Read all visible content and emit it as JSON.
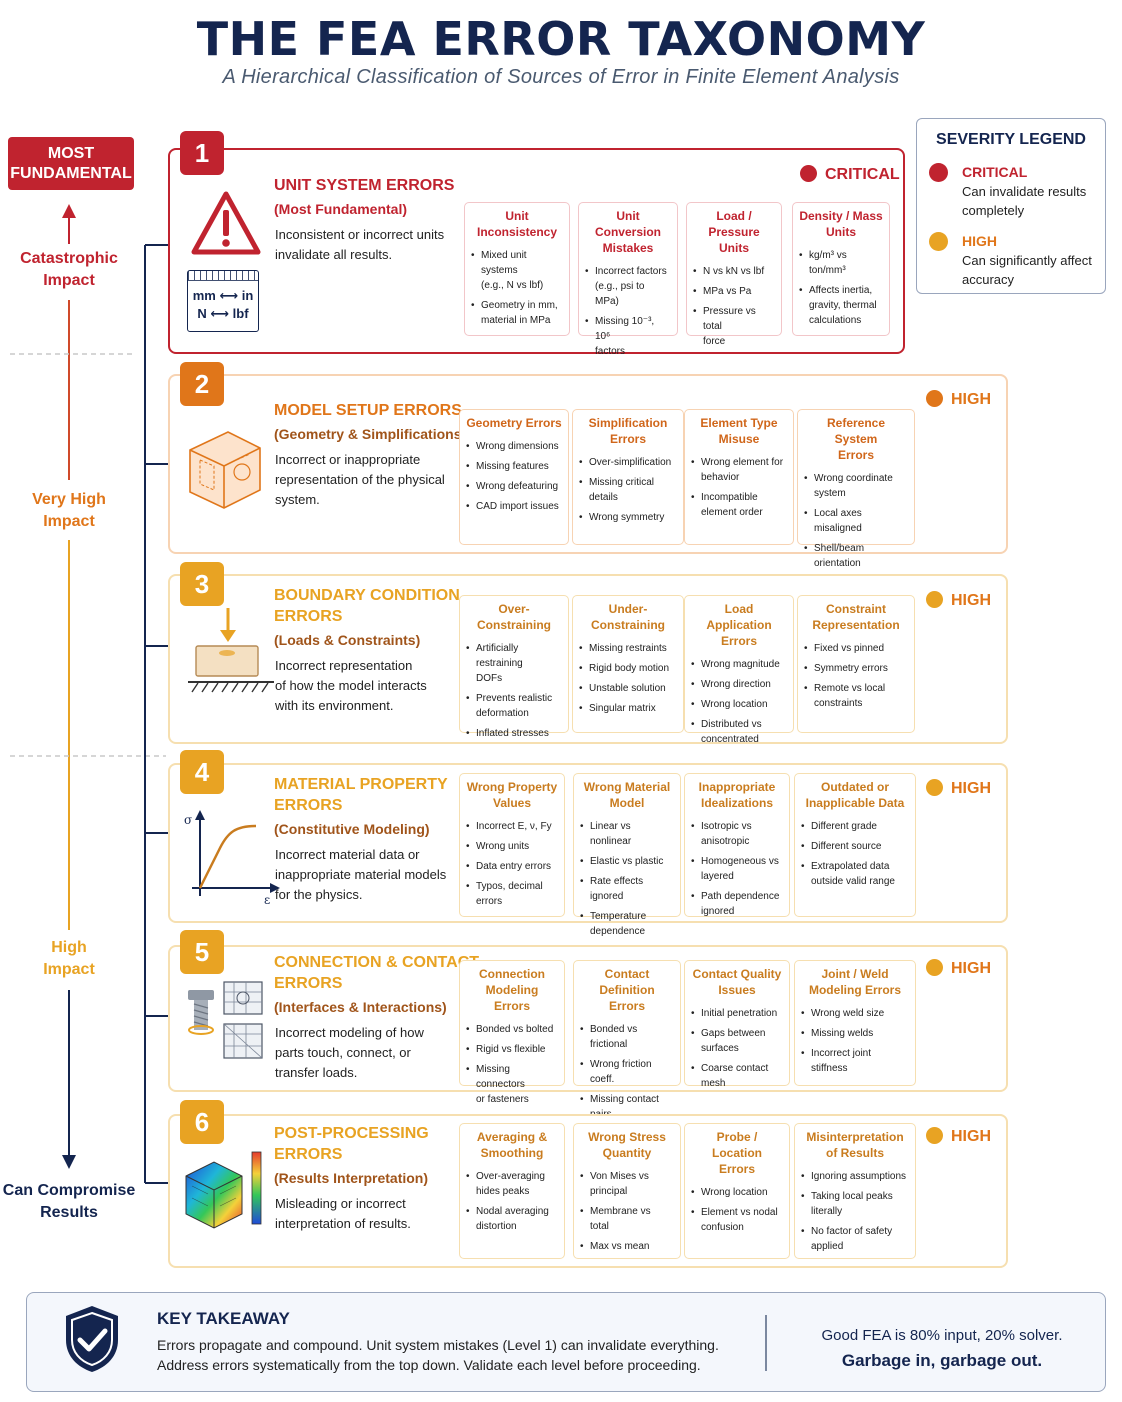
{
  "header": {
    "title": "THE FEA ERROR TAXONOMY",
    "subtitle": "A Hierarchical Classification of Sources of Error in Finite Element Analysis"
  },
  "axis": {
    "top_badge": [
      "MOST",
      "FUNDAMENTAL"
    ],
    "labels": [
      {
        "lines": [
          "Catastrophic",
          "Impact"
        ],
        "color": "#c0232f"
      },
      {
        "lines": [
          "Very High",
          "Impact"
        ],
        "color": "#e0761a"
      },
      {
        "lines": [
          "High",
          "Impact"
        ],
        "color": "#e8a323"
      },
      {
        "lines": [
          "Can Compromise",
          "Results"
        ],
        "color": "#14254f"
      }
    ]
  },
  "legend": {
    "title": "SEVERITY LEGEND",
    "items": [
      {
        "name": "CRITICAL",
        "desc": "Can invalidate results completely",
        "color": "#c0232f"
      },
      {
        "name": "HIGH",
        "desc": "Can significantly affect accuracy",
        "color": "#e8a323"
      }
    ]
  },
  "levels": [
    {
      "number": "1",
      "title": [
        "UNIT SYSTEM ERRORS"
      ],
      "subtitle": "(Most Fundamental)",
      "description": [
        "Inconsistent or incorrect units",
        "invalidate all results."
      ],
      "severity": "CRITICAL",
      "color": "#c0232f",
      "light": "#f2c6c9",
      "icon": "warning-icon",
      "unit_icon_lines": [
        "mm ⟷ in",
        "N ⟷ lbf"
      ],
      "boxes": [
        {
          "head": [
            "Unit Inconsistency"
          ],
          "items": [
            [
              "Mixed unit systems",
              "(e.g., N vs lbf)"
            ],
            [
              "Geometry in mm,",
              "material in MPa"
            ]
          ]
        },
        {
          "head": [
            "Unit Conversion",
            "Mistakes"
          ],
          "items": [
            [
              "Incorrect factors",
              "(e.g., psi to MPa)"
            ],
            [
              "Missing 10⁻³, 10⁶",
              "factors"
            ]
          ]
        },
        {
          "head": [
            "Load / Pressure",
            "Units"
          ],
          "items": [
            [
              "N vs kN vs lbf"
            ],
            [
              "MPa vs Pa"
            ],
            [
              "Pressure vs total",
              "force"
            ]
          ]
        },
        {
          "head": [
            "Density / Mass",
            "Units"
          ],
          "items": [
            [
              "kg/m³ vs ton/mm³"
            ],
            [
              "Affects inertia,",
              "gravity, thermal",
              "calculations"
            ]
          ]
        }
      ]
    },
    {
      "number": "2",
      "title": [
        "MODEL SETUP ERRORS"
      ],
      "subtitle": "(Geometry & Simplifications)",
      "description": [
        "Incorrect or inappropriate",
        "representation of the physical",
        "system."
      ],
      "severity": "HIGH",
      "color": "#e0761a",
      "light": "#f7d3b3",
      "icon": "geometry-block-icon",
      "boxes": [
        {
          "head": [
            "Geometry Errors"
          ],
          "items": [
            [
              "Wrong dimensions"
            ],
            [
              "Missing features"
            ],
            [
              "Wrong defeaturing"
            ],
            [
              "CAD import issues"
            ]
          ]
        },
        {
          "head": [
            "Simplification",
            "Errors"
          ],
          "items": [
            [
              "Over-simplification"
            ],
            [
              "Missing critical",
              "details"
            ],
            [
              "Wrong symmetry"
            ]
          ]
        },
        {
          "head": [
            "Element Type",
            "Misuse"
          ],
          "items": [
            [
              "Wrong element for",
              "behavior"
            ],
            [
              "Incompatible",
              "element order"
            ]
          ]
        },
        {
          "head": [
            "Reference System",
            "Errors"
          ],
          "items": [
            [
              "Wrong coordinate",
              "system"
            ],
            [
              "Local axes misaligned"
            ],
            [
              "Shell/beam",
              "orientation"
            ]
          ]
        }
      ]
    },
    {
      "number": "3",
      "title": [
        "BOUNDARY CONDITION",
        "ERRORS"
      ],
      "subtitle": "(Loads & Constraints)",
      "description": [
        "Incorrect representation",
        "of how the model interacts",
        "with its environment."
      ],
      "severity": "HIGH",
      "color": "#e8a323",
      "light": "#f6dfb0",
      "icon": "load-support-icon",
      "boxes": [
        {
          "head": [
            "Over-Constraining"
          ],
          "items": [
            [
              "Artificially restraining",
              "DOFs"
            ],
            [
              "Prevents realistic",
              "deformation"
            ],
            [
              "Inflated stresses"
            ]
          ]
        },
        {
          "head": [
            "Under-Constraining"
          ],
          "items": [
            [
              "Missing restraints"
            ],
            [
              "Rigid body motion"
            ],
            [
              "Unstable solution"
            ],
            [
              "Singular matrix"
            ]
          ]
        },
        {
          "head": [
            "Load Application",
            "Errors"
          ],
          "items": [
            [
              "Wrong magnitude"
            ],
            [
              "Wrong direction"
            ],
            [
              "Wrong location"
            ],
            [
              "Distributed vs",
              "concentrated"
            ]
          ]
        },
        {
          "head": [
            "Constraint",
            "Representation"
          ],
          "items": [
            [
              "Fixed vs pinned"
            ],
            [
              "Symmetry errors"
            ],
            [
              "Remote vs local",
              "constraints"
            ]
          ]
        }
      ]
    },
    {
      "number": "4",
      "title": [
        "MATERIAL PROPERTY",
        "ERRORS"
      ],
      "subtitle": "(Constitutive Modeling)",
      "description": [
        "Incorrect material data or",
        "inappropriate material models",
        "for the physics."
      ],
      "severity": "HIGH",
      "color": "#e8a323",
      "light": "#f6dfb0",
      "icon": "stress-strain-icon",
      "axis_symbols": [
        "σ",
        "ε"
      ],
      "boxes": [
        {
          "head": [
            "Wrong Property",
            "Values"
          ],
          "items": [
            [
              "Incorrect E, ν, Fy"
            ],
            [
              "Wrong units"
            ],
            [
              "Data entry errors"
            ],
            [
              "Typos, decimal",
              "errors"
            ]
          ]
        },
        {
          "head": [
            "Wrong Material",
            "Model"
          ],
          "items": [
            [
              "Linear vs nonlinear"
            ],
            [
              "Elastic vs plastic"
            ],
            [
              "Rate effects",
              "ignored"
            ],
            [
              "Temperature",
              "dependence"
            ]
          ]
        },
        {
          "head": [
            "Inappropriate",
            "Idealizations"
          ],
          "items": [
            [
              "Isotropic vs",
              "anisotropic"
            ],
            [
              "Homogeneous vs",
              "layered"
            ],
            [
              "Path dependence",
              "ignored"
            ]
          ]
        },
        {
          "head": [
            "Outdated or",
            "Inapplicable Data"
          ],
          "items": [
            [
              "Different grade"
            ],
            [
              "Different source"
            ],
            [
              "Extrapolated data",
              "outside valid range"
            ]
          ]
        }
      ]
    },
    {
      "number": "5",
      "title": [
        "CONNECTION & CONTACT",
        "ERRORS"
      ],
      "subtitle": "(Interfaces & Interactions)",
      "description": [
        "Incorrect modeling of how",
        "parts touch, connect, or",
        "transfer loads."
      ],
      "severity": "HIGH",
      "color": "#e8a323",
      "light": "#f6dfb0",
      "icon": "bolt-contact-icon",
      "boxes": [
        {
          "head": [
            "Connection Modeling",
            "Errors"
          ],
          "items": [
            [
              "Bonded vs bolted"
            ],
            [
              "Rigid vs flexible"
            ],
            [
              "Missing connectors",
              "or fasteners"
            ]
          ]
        },
        {
          "head": [
            "Contact Definition",
            "Errors"
          ],
          "items": [
            [
              "Bonded vs frictional"
            ],
            [
              "Wrong friction coeff."
            ],
            [
              "Missing contact",
              "pairs"
            ]
          ]
        },
        {
          "head": [
            "Contact Quality",
            "Issues"
          ],
          "items": [
            [
              "Initial penetration"
            ],
            [
              "Gaps between",
              "surfaces"
            ],
            [
              "Coarse contact mesh"
            ]
          ]
        },
        {
          "head": [
            "Joint / Weld",
            "Modeling Errors"
          ],
          "items": [
            [
              "Wrong weld size"
            ],
            [
              "Missing welds"
            ],
            [
              "Incorrect joint",
              "stiffness"
            ]
          ]
        }
      ]
    },
    {
      "number": "6",
      "title": [
        "POST-PROCESSING",
        "ERRORS"
      ],
      "subtitle": "(Results Interpretation)",
      "description": [
        "Misleading or incorrect",
        "interpretation of results."
      ],
      "severity": "HIGH",
      "color": "#e8a323",
      "light": "#f6dfb0",
      "icon": "stress-contour-icon",
      "boxes": [
        {
          "head": [
            "Averaging &",
            "Smoothing"
          ],
          "items": [
            [
              "Over-averaging",
              "hides peaks"
            ],
            [
              "Nodal averaging",
              "distortion"
            ]
          ]
        },
        {
          "head": [
            "Wrong Stress",
            "Quantity"
          ],
          "items": [
            [
              "Von Mises vs",
              "principal"
            ],
            [
              "Membrane vs",
              "total"
            ],
            [
              "Max vs mean"
            ]
          ]
        },
        {
          "head": [
            "Probe / Location",
            "Errors"
          ],
          "items": [
            [
              "Wrong location"
            ],
            [
              "Element vs nodal",
              "confusion"
            ]
          ]
        },
        {
          "head": [
            "Misinterpretation",
            "of Results"
          ],
          "items": [
            [
              "Ignoring assumptions"
            ],
            [
              "Taking local peaks",
              "literally"
            ],
            [
              "No factor of safety",
              "applied"
            ]
          ]
        }
      ]
    }
  ],
  "takeaway": {
    "title": "KEY TAKEAWAY",
    "lines": [
      "Errors propagate and compound. Unit system mistakes (Level 1) can invalidate everything.",
      "Address errors systematically from the top down. Validate each level before proceeding."
    ],
    "right_line1": "Good FEA is 80% input, 20% solver.",
    "right_line2": "Garbage in, garbage out."
  }
}
